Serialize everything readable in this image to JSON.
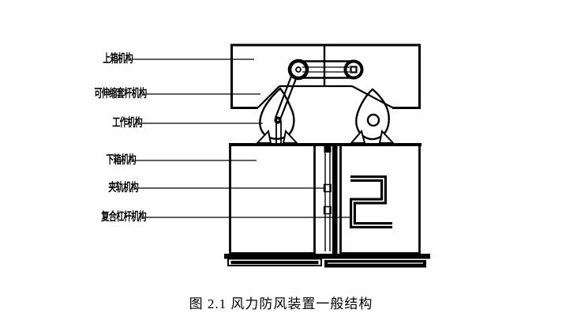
{
  "figure": {
    "caption": "图 2.1 风力防风装置一般结构",
    "labels": [
      {
        "text": "上箱机构"
      },
      {
        "text": "可伸缩套杆机构"
      },
      {
        "text": "工作机构"
      },
      {
        "text": "下箱机构"
      },
      {
        "text": "夹轨机构"
      },
      {
        "text": "复合杠杆机构"
      }
    ],
    "colors": {
      "line": "#000000",
      "background": "#ffffff"
    }
  }
}
